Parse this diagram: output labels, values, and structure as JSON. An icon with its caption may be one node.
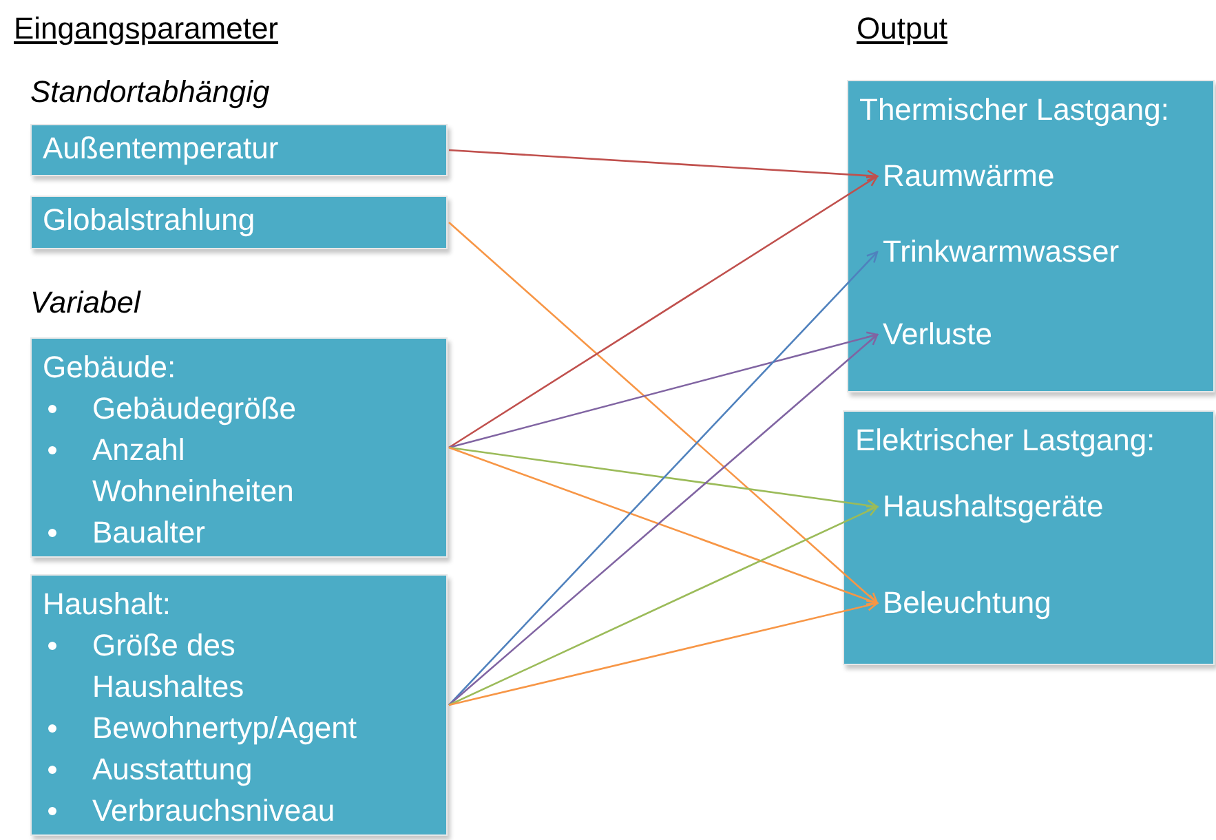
{
  "diagram": {
    "nodes": [
      {
        "text": [
          "Außentemperatur"
        ]
      },
      {
        "text": [
          "Globalstrahlung"
        ]
      },
      {
        "text": [
          "Gebäude:",
          "Gebäudegröße",
          "Anzahl Wohneinheiten",
          "Baualter"
        ]
      },
      {
        "text": [
          "Haushalt:",
          "Größe des Haushaltes",
          "Bewohnertyp/Agent",
          "Ausstattung",
          "Verbrauchsniveau"
        ]
      },
      {
        "text": [
          "Thermischer Lastgang:"
        ]
      },
      {
        "text": [
          "Raumwärme"
        ],
        "in": 4
      },
      {
        "text": [
          "Trinkwarmwasser"
        ],
        "in": 4
      },
      {
        "text": [
          "Verluste"
        ],
        "in": 4
      },
      {
        "text": [
          "Elektrischer Lastgang:"
        ]
      },
      {
        "text": [
          "Haushaltsgeräte"
        ],
        "in": 8
      },
      {
        "text": [
          "Beleuchtung"
        ],
        "in": 8
      }
    ],
    "edges": [
      {
        "from": 0,
        "to": 5,
        "arrow": "to",
        "color": "#c0504d"
      },
      {
        "from": 1,
        "to": 10,
        "arrow": "to",
        "color": "#f79646"
      },
      {
        "from": 2,
        "to": 5,
        "arrow": "to",
        "color": "#c0504d"
      },
      {
        "from": 2,
        "to": 7,
        "arrow": "to",
        "color": "#8064a2"
      },
      {
        "from": 2,
        "to": 9,
        "arrow": "to",
        "color": "#9bbb59"
      },
      {
        "from": 2,
        "to": 10,
        "arrow": "to",
        "color": "#f79646"
      },
      {
        "from": 3,
        "to": 6,
        "arrow": "to",
        "color": "#4f81bd"
      },
      {
        "from": 3,
        "to": 7,
        "arrow": "to",
        "color": "#8064a2"
      },
      {
        "from": 3,
        "to": 9,
        "arrow": "to",
        "color": "#9bbb59"
      },
      {
        "from": 3,
        "to": 10,
        "arrow": "to",
        "color": "#f79646"
      }
    ],
    "labels": [
      "Eingangsparameter",
      "Output",
      "Standortabhängig",
      "Variabel"
    ]
  }
}
